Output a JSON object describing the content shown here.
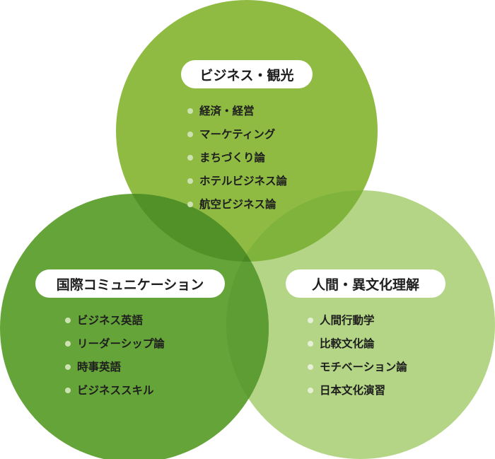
{
  "colors": {
    "top_circle": "#8fbb42",
    "left_circle": "#65a438",
    "right_circle": "#b3d585",
    "overlap": "#4f8a2b",
    "bullet_dark": "#cde2b3",
    "bullet_light": "#e6f0d8",
    "text": "#1e1e1e"
  },
  "groups": {
    "business": {
      "title": "ビジネス・観光",
      "items": [
        "経済・経営",
        "マーケティング",
        "まちづくり論",
        "ホテルビジネス論",
        "航空ビジネス論"
      ]
    },
    "international": {
      "title": "国際コミュニケーション",
      "items": [
        "ビジネス英語",
        "リーダーシップ論",
        "時事英語",
        "ビジネススキル"
      ]
    },
    "human": {
      "title": "人間・異文化理解",
      "items": [
        "人間行動学",
        "比較文化論",
        "モチベーション論",
        "日本文化演習"
      ]
    }
  }
}
